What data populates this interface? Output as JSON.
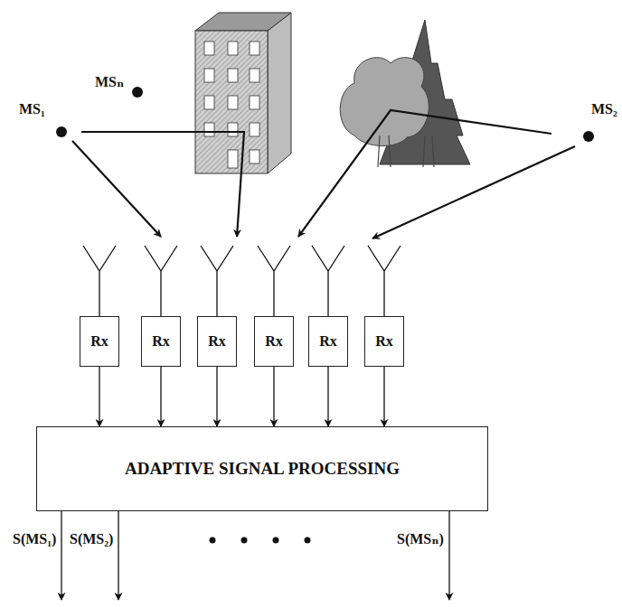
{
  "diagram": {
    "nodes": [
      {
        "text": [
          "Rx"
        ]
      },
      {
        "text": [
          "Rx"
        ]
      },
      {
        "text": [
          "Rx"
        ]
      },
      {
        "text": [
          "Rx"
        ]
      },
      {
        "text": [
          "Rx"
        ]
      },
      {
        "text": [
          "Rx"
        ]
      },
      {
        "text": [
          "ADAPTIVE SIGNAL PROCESSING"
        ]
      }
    ],
    "edges": [
      {
        "from": 0,
        "to": 6,
        "arrow": "to"
      },
      {
        "from": 1,
        "to": 6,
        "arrow": "to"
      },
      {
        "from": 2,
        "to": 6,
        "arrow": "to"
      },
      {
        "from": 3,
        "to": 6,
        "arrow": "to"
      },
      {
        "from": 4,
        "to": 6,
        "arrow": "to"
      },
      {
        "from": 5,
        "to": 6,
        "arrow": "to"
      }
    ],
    "labels": [
      "MSₙ",
      "MS₁",
      "MS₂",
      "S(MS₁)",
      "S(MS₂)",
      "S(MSₙ)"
    ]
  }
}
